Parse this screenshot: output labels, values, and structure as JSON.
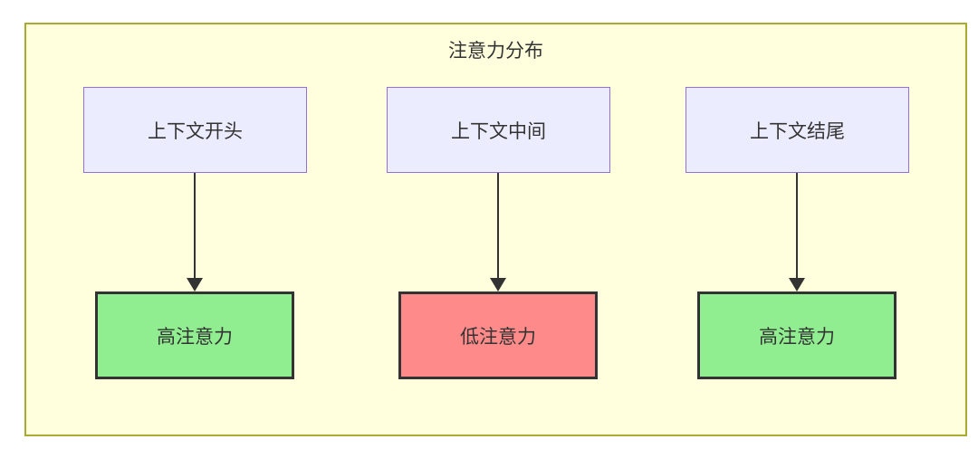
{
  "diagram": {
    "title": "注意力分布",
    "columns": [
      {
        "source": "上下文开头",
        "target": "高注意力",
        "level": "high"
      },
      {
        "source": "上下文中间",
        "target": "低注意力",
        "level": "low"
      },
      {
        "source": "上下文结尾",
        "target": "高注意力",
        "level": "high"
      }
    ]
  },
  "colors": {
    "container_fill": "#FFFFDE",
    "container_border": "#AAAA33",
    "source_fill": "#ECECFF",
    "source_border": "#9370DB",
    "high_fill": "#90EE90",
    "low_fill": "#FF8A8A",
    "result_border": "#333333",
    "arrow": "#333333",
    "text": "#333333"
  }
}
